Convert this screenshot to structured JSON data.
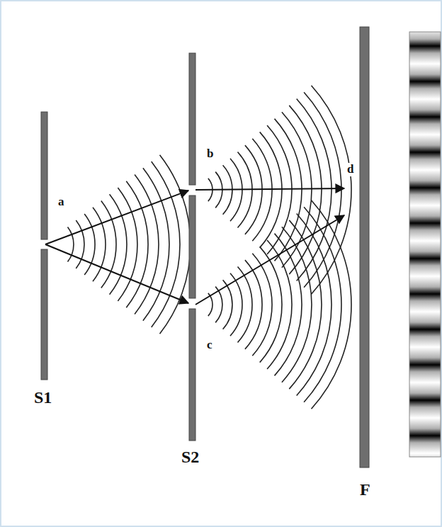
{
  "diagram": {
    "labels": [
      "a",
      "b",
      "d",
      "c",
      "S1",
      "S2",
      "F"
    ]
  }
}
